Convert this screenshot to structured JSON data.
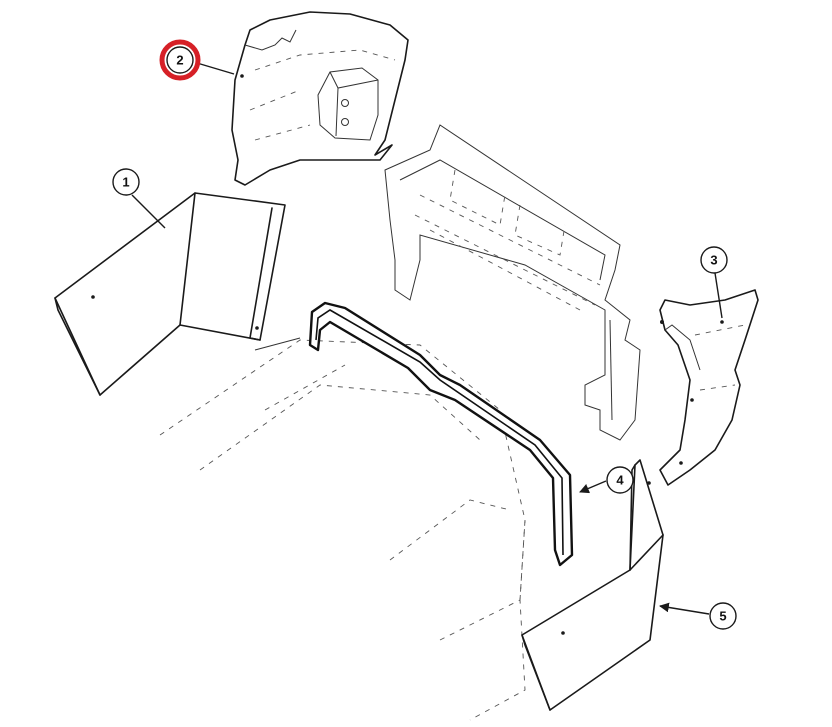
{
  "callouts": [
    {
      "id": "1",
      "label": "1",
      "highlighted": false
    },
    {
      "id": "2",
      "label": "2",
      "highlighted": true
    },
    {
      "id": "3",
      "label": "3",
      "highlighted": false
    },
    {
      "id": "4",
      "label": "4",
      "highlighted": false
    },
    {
      "id": "5",
      "label": "5",
      "highlighted": false
    }
  ],
  "colors": {
    "highlight_ring": "#d62027",
    "line": "#1a1a1a",
    "background": "#ffffff"
  }
}
